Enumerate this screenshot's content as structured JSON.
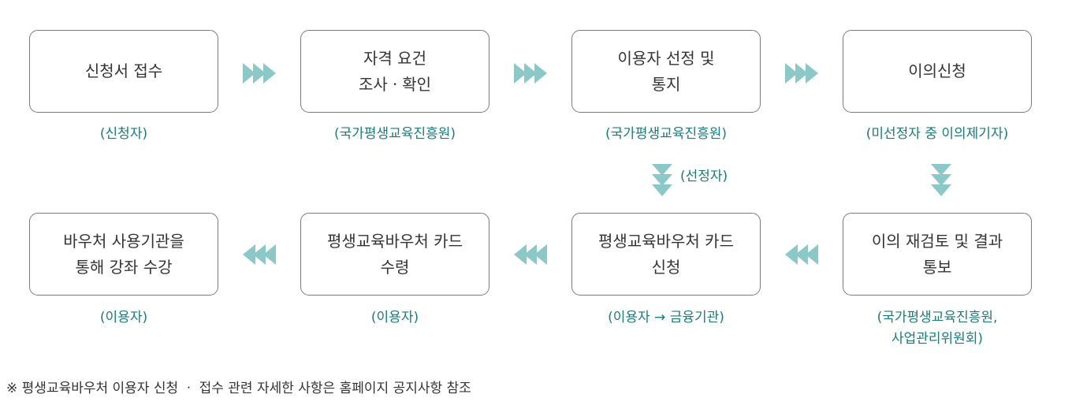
{
  "colors": {
    "box_border": "#7a7a7a",
    "box_text": "#333333",
    "actor_text": "#1c7a7e",
    "arrow_fill": "#8cc8c8"
  },
  "steps": [
    {
      "label": "신청서 접수",
      "actor": "(신청자)"
    },
    {
      "label": "자격 요건\n조사ㆍ확인",
      "actor": "(국가평생교육진흥원)"
    },
    {
      "label": "이용자 선정 및\n통지",
      "actor": "(국가평생교육진흥원)"
    },
    {
      "label": "이의신청",
      "actor": "(미선정자 중 이의제기자)"
    },
    {
      "label": "이의 재검토 및 결과\n통보",
      "actor": "(국가평생교육진흥원,\n사업관리위원회)"
    },
    {
      "label": "평생교육바우처 카드\n신청",
      "actor": "(이용자 → 금융기관)"
    },
    {
      "label": "평생교육바우처 카드\n수령",
      "actor": "(이용자)"
    },
    {
      "label": "바우처 사용기관을\n통해 강좌 수강",
      "actor": "(이용자)"
    }
  ],
  "branch_label": "(선정자)",
  "arrow_icons": {
    "right": "triple-chevron-right-icon",
    "left": "triple-chevron-left-icon",
    "down": "triple-chevron-down-icon"
  },
  "footnote": "※ 평생교육바우처 이용자 신청 ㆍ 접수 관련 자세한 사항은 홈페이지 공지사항 참조"
}
